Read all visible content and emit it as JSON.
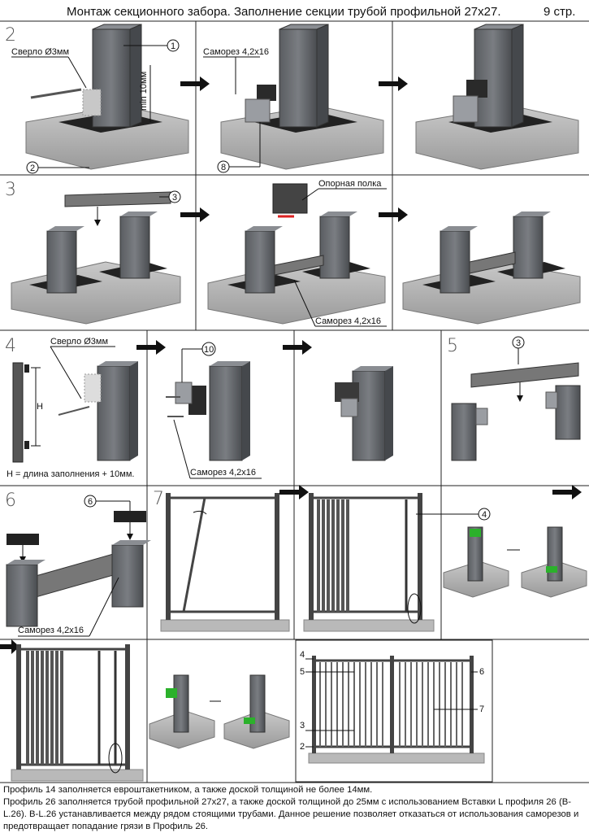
{
  "header": {
    "title": "Монтаж секционного забора. Заполнение секции трубой профильной 27х27.",
    "page": "9 стр."
  },
  "steps": {
    "s2": "2",
    "s3": "3",
    "s4": "4",
    "s5": "5",
    "s6": "6",
    "s7": "7"
  },
  "labels": {
    "drill_1": "Сверло Ø3мм",
    "min_10": "min 10мм",
    "screw_1": "Саморез 4,2х16",
    "support_shelf": "Опорная полка",
    "screw_2": "Саморез 4,2х16",
    "drill_2": "Сверло Ø3мм",
    "h_letter": "H",
    "h_formula": "Н = длина заполнения + 10мм.",
    "screw_3": "Саморез 4,2х16",
    "screw_4": "Саморез 4,2х16"
  },
  "callouts": {
    "c1": "1",
    "c2": "2",
    "c8": "8",
    "c3a": "3",
    "c10": "10",
    "c3b": "3",
    "c6": "6",
    "c4": "4"
  },
  "legend": {
    "n4": "4",
    "n5": "5",
    "n3": "3",
    "n2": "2",
    "n6": "6",
    "n7": "7"
  },
  "footer": {
    "line1": "Профиль 14 заполняется евроштакетником, а также доской толщиной не более 14мм.",
    "line2": "Профиль 26 заполняется трубой профильной 27х27, а также доской толщиной до 25мм с использованием Вставки L профиля 26 (B-L.26). B-L.26 устанавливается между рядом стоящими трубами. Данное решение позволяет отказаться от использования саморезов и предотвращает попадание грязи в Профиль 26."
  }
}
